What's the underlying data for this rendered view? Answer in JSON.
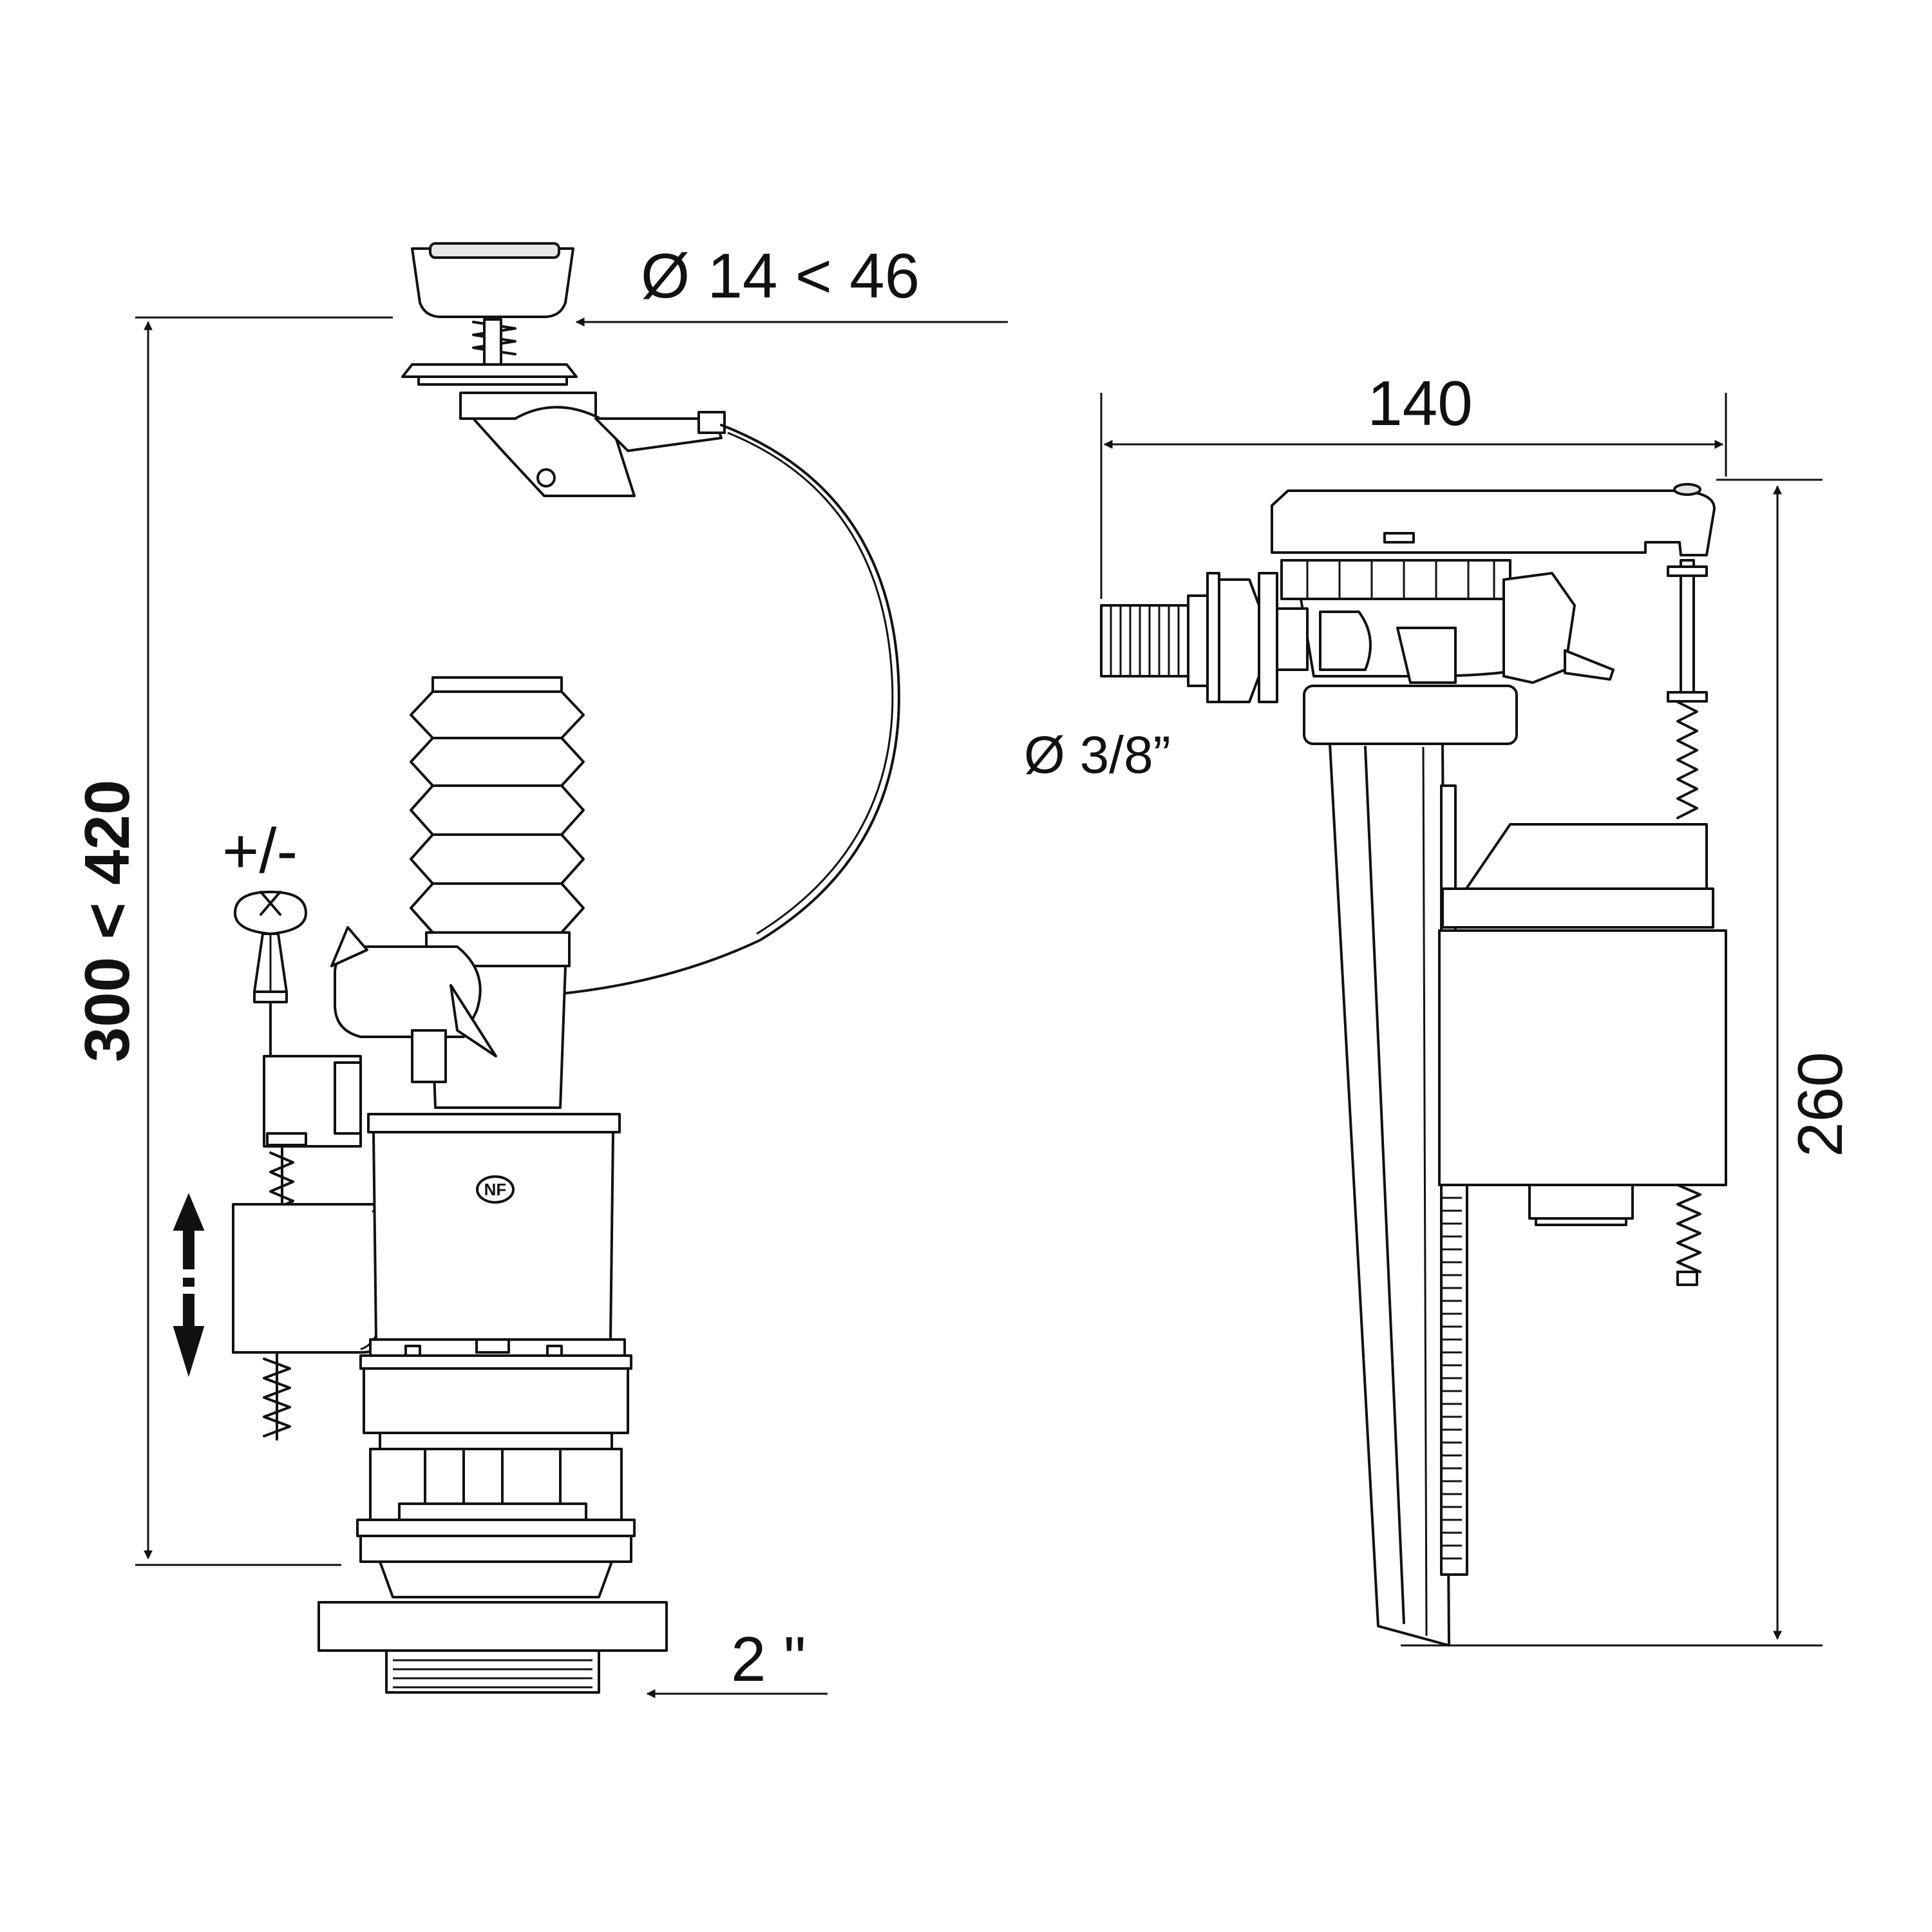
{
  "labels": {
    "top_diameter": "Ø 14 < 46",
    "height_range": "300 < 420",
    "adjust": "+/-",
    "outlet": "2 \"",
    "width": "140",
    "inlet": "Ø 3/8”",
    "height": "260",
    "mark": "NF"
  }
}
